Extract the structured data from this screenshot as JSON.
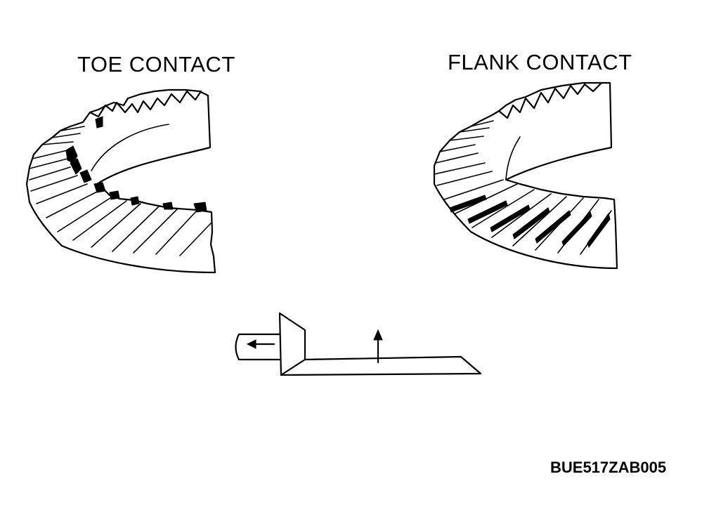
{
  "labels": {
    "toe_contact": "TOE CONTACT",
    "flank_contact": "FLANK CONTACT",
    "figure_code": "BUE517ZAB005"
  },
  "colors": {
    "line": "#000000",
    "background": "#ffffff"
  }
}
